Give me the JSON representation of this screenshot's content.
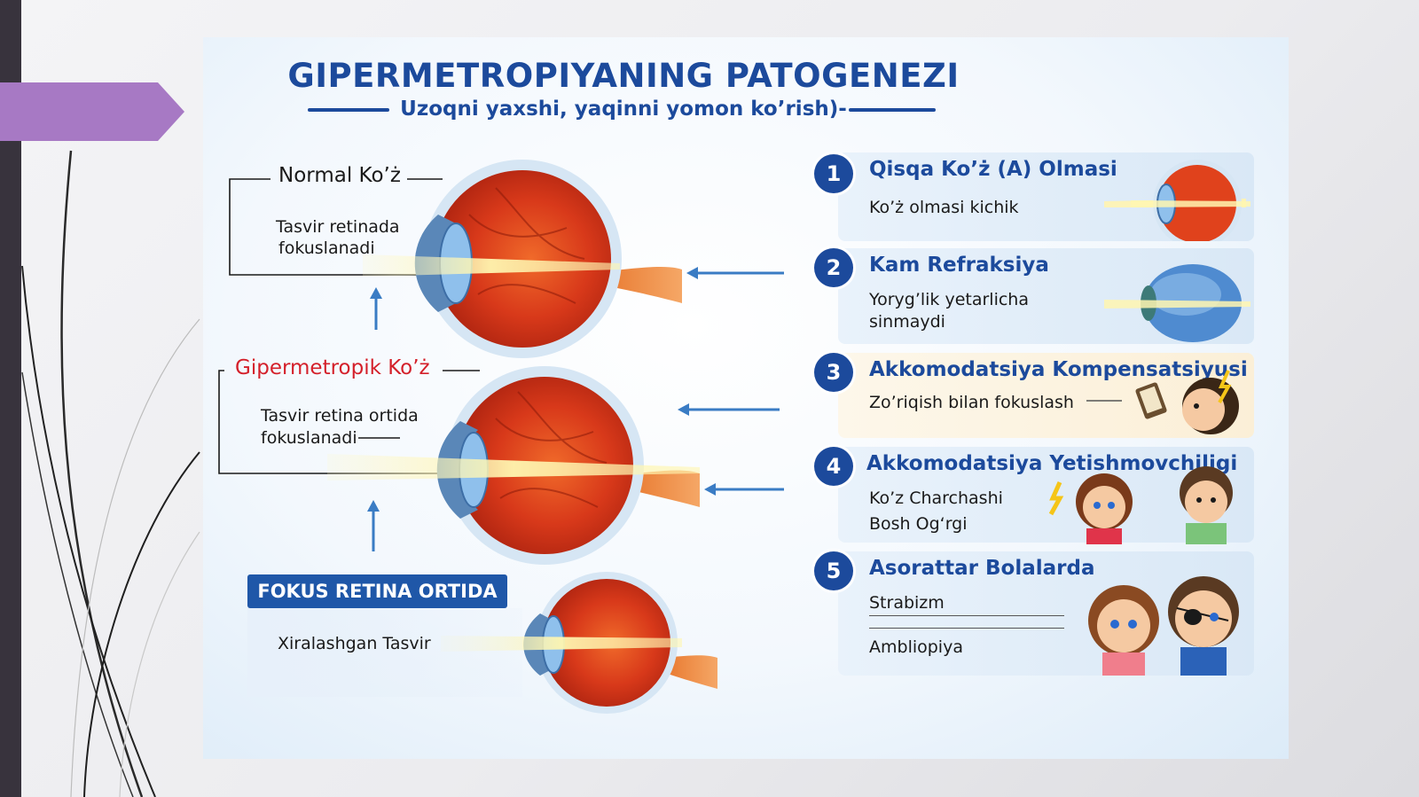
{
  "slide": {
    "title": "GIPERMETROPIYANING PATOGENEZI",
    "subtitle": "Uzoqni yaxshi, yaqinni yomon ko’rish)-"
  },
  "left_panel": {
    "normal_eye": {
      "label": "Normal Ko’ż",
      "caption": [
        "Tasvir retinada",
        "fokuslanadi"
      ]
    },
    "hyperopic_eye": {
      "label": "Gipermetropik Ko’ż",
      "caption": [
        "Tasvir retina ortida",
        "fokuslanadi"
      ]
    },
    "focus_badge": "FOKUS RETINA ORTIDA",
    "blurred_caption": "Xiralashgan Tasvir"
  },
  "cards": [
    {
      "number": "1",
      "title": "Qisqa Ko’ż (A) Olmasi",
      "lines": [
        "Ko’ż olmasi kichik"
      ]
    },
    {
      "number": "2",
      "title": "Kam Refraksiya",
      "lines": [
        "Yoryg’lik yetarlicha",
        "sinmaydi"
      ]
    },
    {
      "number": "3",
      "title": "Akkomodatsiya Kompensatsiyusi",
      "lines": [
        "Zo’riqish bilan fokuslash"
      ]
    },
    {
      "number": "4",
      "title": "Akkomodatsiya Yetishmovchiligi",
      "lines": [
        "Ko’z Charchashi",
        "Bosh Og‘rgi"
      ]
    },
    {
      "number": "5",
      "title": "Asorattar Bolalarda",
      "lines": [
        "Strabizm",
        "Ambliopiya"
      ]
    }
  ],
  "colors": {
    "title_blue": "#1c4a9c",
    "red_label": "#d4202a",
    "badge_blue": "#1f57a8",
    "flag_purple": "#a779c4",
    "eye_red": "#e0421c"
  }
}
